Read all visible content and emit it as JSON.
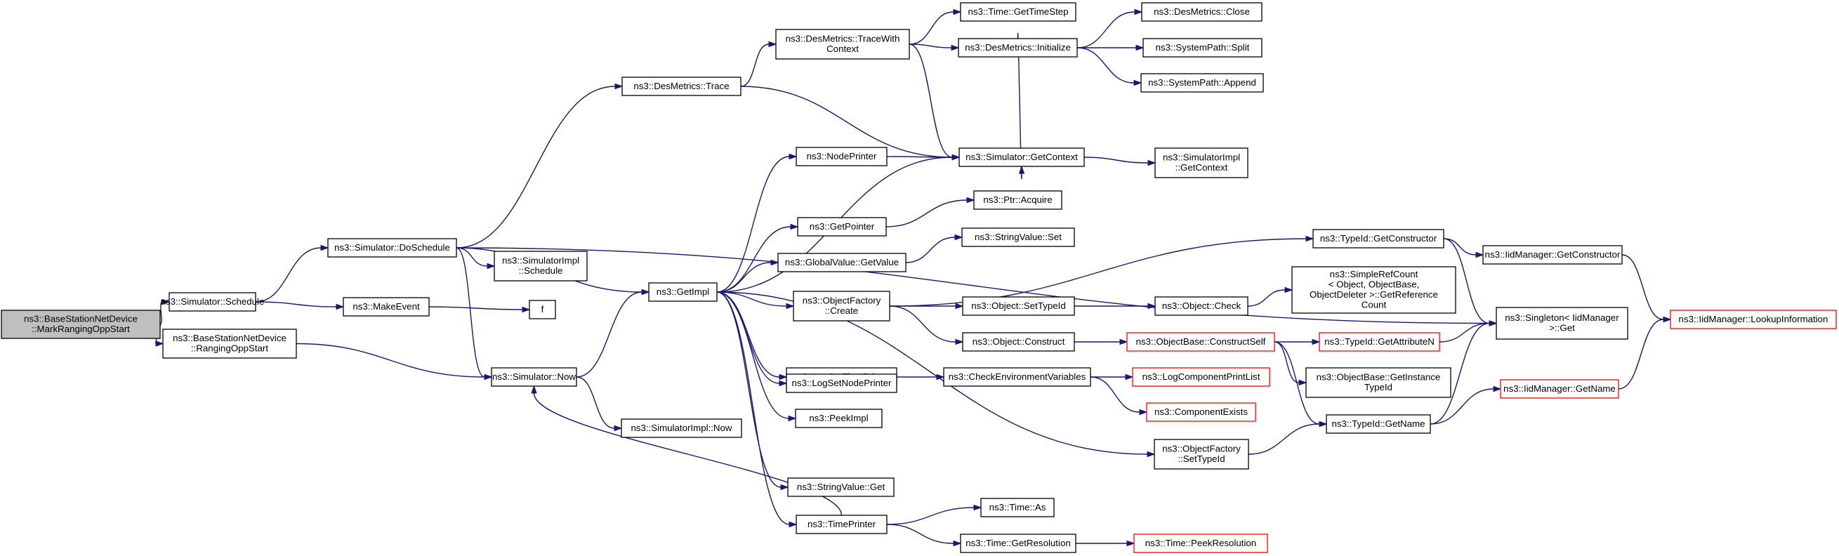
{
  "nodes": [
    {
      "id": "root",
      "lines": [
        "ns3::BaseStationNetDevice",
        "::MarkRangingOppStart"
      ],
      "style": "root"
    },
    {
      "id": "sched",
      "lines": [
        "ns3::Simulator::Schedule"
      ]
    },
    {
      "id": "bsrange",
      "lines": [
        "ns3::BaseStationNetDevice",
        "::RangingOppStart"
      ]
    },
    {
      "id": "dosched",
      "lines": [
        "ns3::Simulator::DoSchedule"
      ]
    },
    {
      "id": "makeev",
      "lines": [
        "ns3::MakeEvent"
      ]
    },
    {
      "id": "f",
      "lines": [
        "f"
      ]
    },
    {
      "id": "now",
      "lines": [
        "ns3::Simulator::Now"
      ]
    },
    {
      "id": "desTrace",
      "lines": [
        "ns3::DesMetrics::Trace"
      ]
    },
    {
      "id": "simImplSched",
      "lines": [
        "ns3::SimulatorImpl",
        "::Schedule"
      ]
    },
    {
      "id": "getImpl",
      "lines": [
        "ns3::GetImpl"
      ]
    },
    {
      "id": "simImplNow",
      "lines": [
        "ns3::SimulatorImpl::Now"
      ]
    },
    {
      "id": "traceCtx",
      "lines": [
        "ns3::DesMetrics::TraceWith",
        "Context"
      ]
    },
    {
      "id": "nodePrinter",
      "lines": [
        "ns3::NodePrinter"
      ]
    },
    {
      "id": "getPointer",
      "lines": [
        "ns3::GetPointer"
      ]
    },
    {
      "id": "gvGet",
      "lines": [
        "ns3::GlobalValue::GetValue"
      ]
    },
    {
      "id": "ofCreate",
      "lines": [
        "ns3::ObjectFactory",
        "::Create"
      ]
    },
    {
      "id": "logTime",
      "lines": [
        "ns3::LogSetTimePrinter"
      ]
    },
    {
      "id": "logNode",
      "lines": [
        "ns3::LogSetNodePrinter"
      ]
    },
    {
      "id": "peekImpl",
      "lines": [
        "ns3::PeekImpl"
      ]
    },
    {
      "id": "svGet",
      "lines": [
        "ns3::StringValue::Get"
      ]
    },
    {
      "id": "timePrinter",
      "lines": [
        "ns3::TimePrinter"
      ]
    },
    {
      "id": "getTimeStep",
      "lines": [
        "ns3::Time::GetTimeStep"
      ]
    },
    {
      "id": "desInit",
      "lines": [
        "ns3::DesMetrics::Initialize"
      ]
    },
    {
      "id": "getCtx",
      "lines": [
        "ns3::Simulator::GetContext"
      ]
    },
    {
      "id": "ptrAcquire",
      "lines": [
        "ns3::Ptr::Acquire"
      ]
    },
    {
      "id": "svSet",
      "lines": [
        "ns3::StringValue::Set"
      ]
    },
    {
      "id": "setTid",
      "lines": [
        "ns3::Object::SetTypeId"
      ]
    },
    {
      "id": "objConstruct",
      "lines": [
        "ns3::Object::Construct"
      ]
    },
    {
      "id": "checkEnv",
      "lines": [
        "ns3::CheckEnvironmentVariables"
      ]
    },
    {
      "id": "ofSetTid",
      "lines": [
        "ns3::ObjectFactory",
        "::SetTypeId"
      ]
    },
    {
      "id": "timeAs",
      "lines": [
        "ns3::Time::As"
      ]
    },
    {
      "id": "getRes",
      "lines": [
        "ns3::Time::GetResolution"
      ]
    },
    {
      "id": "desClose",
      "lines": [
        "ns3::DesMetrics::Close"
      ]
    },
    {
      "id": "spSplit",
      "lines": [
        "ns3::SystemPath::Split"
      ]
    },
    {
      "id": "spAppend",
      "lines": [
        "ns3::SystemPath::Append"
      ]
    },
    {
      "id": "simImplCtx",
      "lines": [
        "ns3::SimulatorImpl",
        "::GetContext"
      ]
    },
    {
      "id": "tidGetCtor",
      "lines": [
        "ns3::TypeId::GetConstructor"
      ]
    },
    {
      "id": "objCheck",
      "lines": [
        "ns3::Object::Check"
      ]
    },
    {
      "id": "obConstructSelf",
      "lines": [
        "ns3::ObjectBase::ConstructSelf"
      ],
      "style": "red"
    },
    {
      "id": "logCompPrint",
      "lines": [
        "ns3::LogComponentPrintList"
      ],
      "style": "red"
    },
    {
      "id": "compExists",
      "lines": [
        "ns3::ComponentExists"
      ],
      "style": "red"
    },
    {
      "id": "peekRes",
      "lines": [
        "ns3::Time::PeekResolution"
      ],
      "style": "red"
    },
    {
      "id": "srcGetRef",
      "lines": [
        "ns3::SimpleRefCount",
        "< Object, ObjectBase,",
        "ObjectDeleter >::GetReference",
        "Count"
      ]
    },
    {
      "id": "tidGetAttr",
      "lines": [
        "ns3::TypeId::GetAttributeN"
      ],
      "style": "red"
    },
    {
      "id": "obGetInst",
      "lines": [
        "ns3::ObjectBase::GetInstance",
        "TypeId"
      ]
    },
    {
      "id": "tidGetName",
      "lines": [
        "ns3::TypeId::GetName"
      ]
    },
    {
      "id": "iidGetCtor",
      "lines": [
        "ns3::IidManager::GetConstructor"
      ]
    },
    {
      "id": "singleton",
      "lines": [
        "ns3::Singleton< IidManager",
        ">::Get"
      ]
    },
    {
      "id": "iidGetName",
      "lines": [
        "ns3::IidManager::GetName"
      ],
      "style": "red"
    },
    {
      "id": "iidLookup",
      "lines": [
        "ns3::IidManager::LookupInformation"
      ],
      "style": "red"
    }
  ]
}
